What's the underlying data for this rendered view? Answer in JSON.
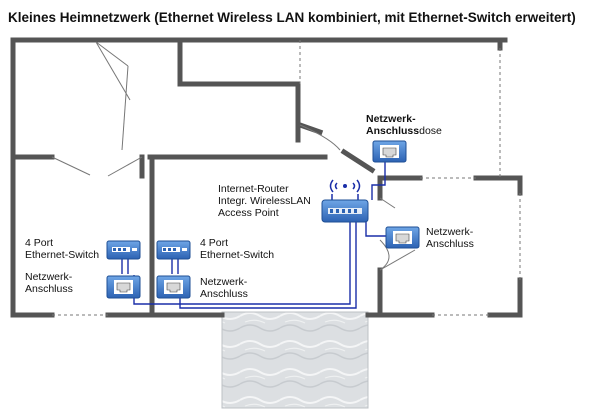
{
  "title": "Kleines Heimnetzwerk (Ethernet Wireless LAN kombiniert, mit Ethernet-Switch erweitert)",
  "labels": {
    "router_1": "Internet-Router",
    "router_2": "Integr. WirelessLAN",
    "router_3": "Access Point",
    "dose_1": "Netzwerk-",
    "dose_2": "Anschluss",
    "dose_3": "dose",
    "right_anschluss_1": "Netzwerk-",
    "right_anschluss_2": "Anschluss",
    "switch_left_1": "4 Port",
    "switch_left_2": "Ethernet-Switch",
    "anschluss_left_1": "Netzwerk-",
    "anschluss_left_2": "Anschluss",
    "switch_mid_1": "4 Port",
    "switch_mid_2": "Ethernet-Switch",
    "anschluss_mid_1": "Netzwerk-",
    "anschluss_mid_2": "Anschluss"
  },
  "colors": {
    "wall": "#555555",
    "cable": "#1a2ea8",
    "device": "#3a7fd0",
    "device_dark": "#1f4f95",
    "pool": "#dcdfe2"
  }
}
